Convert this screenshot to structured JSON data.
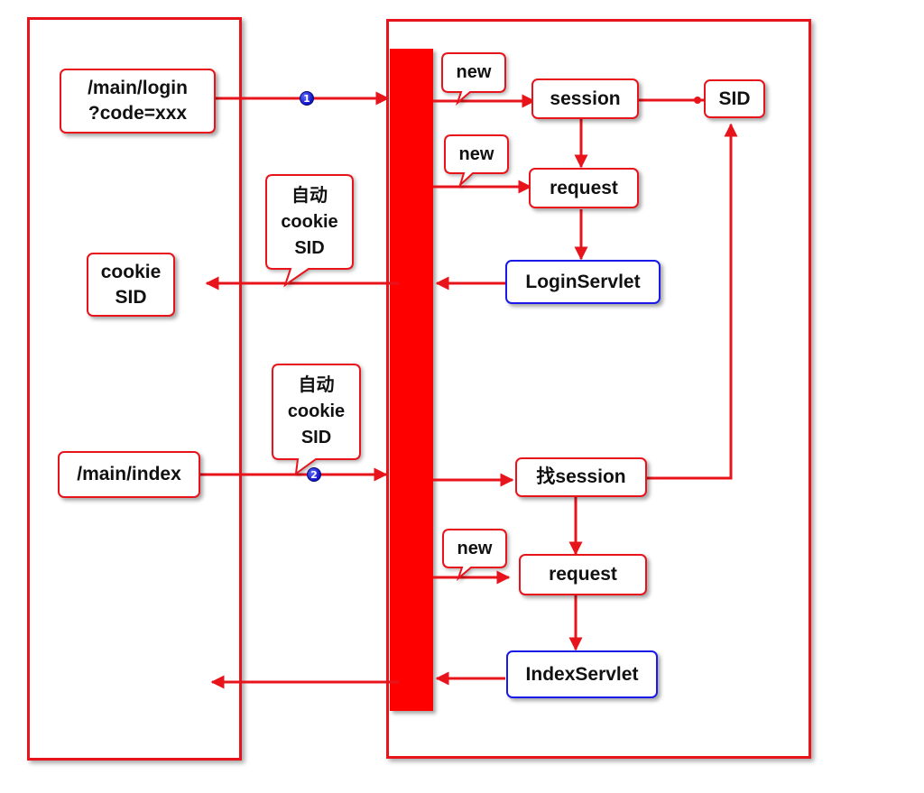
{
  "client": {
    "login_url": "/main/login\n?code=xxx",
    "cookie_sid": "cookie\nSID",
    "index_url": "/main/index"
  },
  "server": {
    "session": "session",
    "sid": "SID",
    "request_1": "request",
    "login_servlet": "LoginServlet",
    "find_session": "找session",
    "request_2": "request",
    "index_servlet": "IndexServlet"
  },
  "callouts": {
    "new_1": "new",
    "new_2": "new",
    "new_3": "new",
    "auto_cookie_1": "自动\ncookie\nSID",
    "auto_cookie_2": "自动\ncookie\nSID"
  },
  "badges": {
    "step_1": "1",
    "step_2": "2"
  },
  "colors": {
    "red": "#e8141c",
    "blue": "#1a1ae8",
    "bar": "#ff0000",
    "badge": "#1010c8"
  }
}
